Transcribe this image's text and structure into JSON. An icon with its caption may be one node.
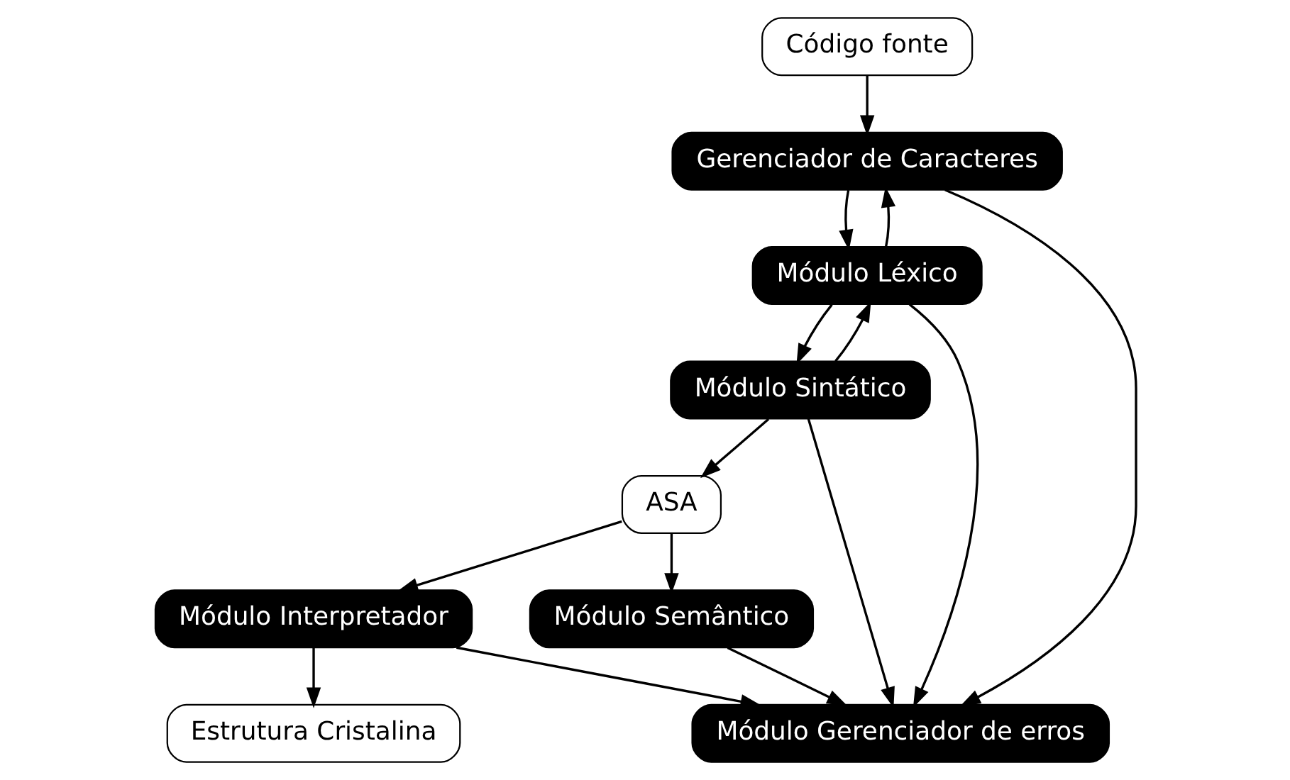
{
  "diagram": {
    "nodes": [
      {
        "text": [
          "Estrutura Cristalina"
        ]
      },
      {
        "text": [
          "Código fonte"
        ]
      },
      {
        "text": [
          "Módulo Interpretador"
        ]
      },
      {
        "text": [
          "Gerenciador de Caracteres"
        ]
      },
      {
        "text": [
          "ASA"
        ]
      },
      {
        "text": [
          "Módulo Sintático"
        ]
      },
      {
        "text": [
          "Módulo Semântico"
        ]
      },
      {
        "text": [
          "Módulo Léxico"
        ]
      },
      {
        "text": [
          "Módulo Gerenciador de erros"
        ]
      }
    ],
    "edges": [
      {
        "from": 2,
        "to": 0,
        "arrow": "to"
      },
      {
        "from": 2,
        "to": 8,
        "arrow": "to"
      },
      {
        "from": 1,
        "to": 3,
        "arrow": "to"
      },
      {
        "from": 4,
        "to": 2,
        "arrow": "to"
      },
      {
        "from": 4,
        "to": 6,
        "arrow": "to"
      },
      {
        "from": 5,
        "to": 4,
        "arrow": "to"
      },
      {
        "from": 3,
        "to": 7,
        "arrow": "to"
      },
      {
        "from": 7,
        "to": 3,
        "arrow": "to"
      },
      {
        "from": 3,
        "to": 8,
        "arrow": "to"
      },
      {
        "from": 7,
        "to": 5,
        "arrow": "to"
      },
      {
        "from": 5,
        "to": 7,
        "arrow": "to"
      },
      {
        "from": 5,
        "to": 8,
        "arrow": "to"
      },
      {
        "from": 7,
        "to": 8,
        "arrow": "to"
      },
      {
        "from": 6,
        "to": 8,
        "arrow": "to"
      }
    ]
  }
}
